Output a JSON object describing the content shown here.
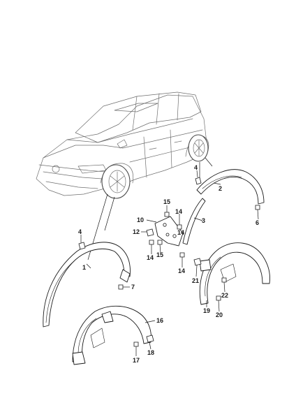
{
  "diagram": {
    "callouts": [
      {
        "id": "c1",
        "label": "1"
      },
      {
        "id": "c2",
        "label": "2"
      },
      {
        "id": "c3",
        "label": "3"
      },
      {
        "id": "c4a",
        "label": "4"
      },
      {
        "id": "c4b",
        "label": "4"
      },
      {
        "id": "c6",
        "label": "6"
      },
      {
        "id": "c7",
        "label": "7"
      },
      {
        "id": "c10",
        "label": "10"
      },
      {
        "id": "c12",
        "label": "12"
      },
      {
        "id": "c14a",
        "label": "14"
      },
      {
        "id": "c14b",
        "label": "14"
      },
      {
        "id": "c14c",
        "label": "14"
      },
      {
        "id": "c14d",
        "label": "14"
      },
      {
        "id": "c15a",
        "label": "15"
      },
      {
        "id": "c15b",
        "label": "15"
      },
      {
        "id": "c16",
        "label": "16"
      },
      {
        "id": "c17",
        "label": "17"
      },
      {
        "id": "c18",
        "label": "18"
      },
      {
        "id": "c19",
        "label": "19"
      },
      {
        "id": "c20",
        "label": "20"
      },
      {
        "id": "c21",
        "label": "21"
      },
      {
        "id": "c22",
        "label": "22"
      }
    ],
    "colors": {
      "line": "#1a1a1a",
      "vehicle_line": "#6e6e6e",
      "background": "#ffffff"
    }
  }
}
